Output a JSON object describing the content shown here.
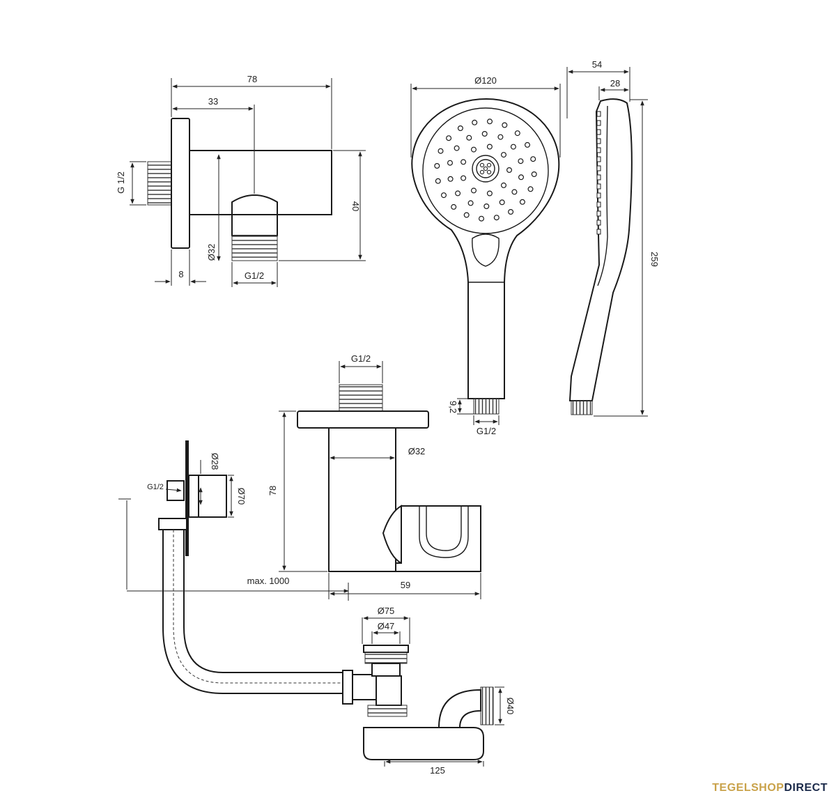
{
  "wall_outlet": {
    "dim_length": "78",
    "dim_center": "33",
    "dim_thread": "G 1/2",
    "dim_height": "40",
    "dim_diameter": "Ø32",
    "dim_flange": "8",
    "dim_outlet": "G1/2"
  },
  "hand_shower": {
    "dim_head": "Ø120",
    "dim_depth": "54",
    "dim_top": "28",
    "dim_length": "259",
    "dim_end": "9,2",
    "dim_thread": "G1/2"
  },
  "holder": {
    "dim_thread": "G1/2",
    "dim_height": "78",
    "dim_diameter": "Ø32",
    "dim_width": "59"
  },
  "drain": {
    "dim_inner": "Ø28",
    "dim_thread": "G1/2",
    "dim_outer": "Ø70",
    "dim_plug": "Ø75",
    "dim_plug_inner": "Ø47",
    "dim_pipe": "Ø40",
    "dim_max": "max. 1000",
    "dim_trap": "125"
  },
  "logo": {
    "part1": "TEGELSHOP",
    "part2": "DIRECT"
  }
}
